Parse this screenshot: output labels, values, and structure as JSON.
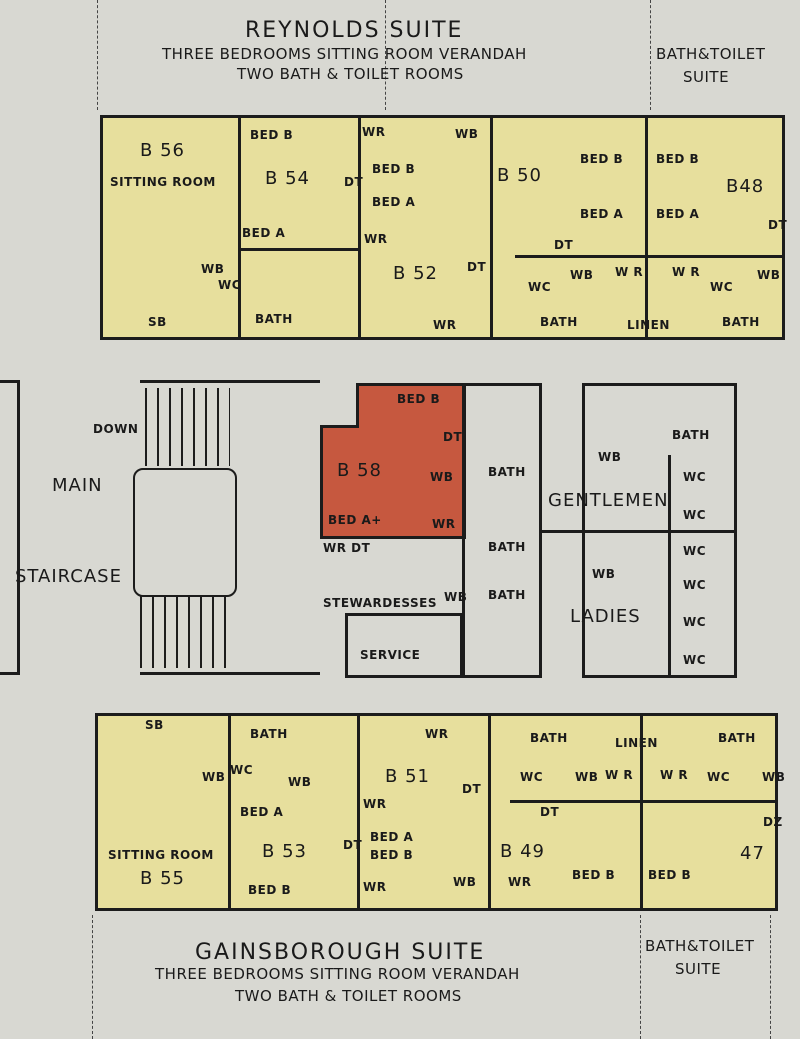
{
  "colors": {
    "paper": "#d8d8d2",
    "suite_yellow": "#e7df9d",
    "highlight_red": "#c6583f",
    "ink": "#1c1c1c"
  },
  "top_suite": {
    "title": "REYNOLDS SUITE",
    "subtitle_1": "THREE BEDROOMS SITTING ROOM VERANDAH",
    "subtitle_2": "TWO BATH & TOILET ROOMS",
    "side_1": "BATH&TOILET",
    "side_2": "SUITE",
    "labels": [
      "B 56",
      "SITTING ROOM",
      "SB",
      "BED B",
      "B 54",
      "BED A",
      "WR",
      "DT",
      "WR",
      "WB",
      "WC",
      "BATH",
      "BED B",
      "BED A",
      "B 52",
      "WR",
      "DT",
      "WB",
      "B 50",
      "BED B",
      "BED B",
      "BED A",
      "BED A",
      "B48",
      "DT",
      "DT",
      "WC",
      "WB",
      "W R",
      "W R",
      "WC",
      "WB",
      "BATH",
      "LINEN",
      "BATH"
    ]
  },
  "middle": {
    "labels": [
      "DOWN",
      "MAIN",
      "STAIRCASE",
      "B 58",
      "BED B",
      "DT",
      "WB",
      "BED A+",
      "WR",
      "WR DT",
      "BATH",
      "BATH",
      "BATH",
      "STEWARDESSES",
      "WB",
      "SERVICE",
      "BATH",
      "WB",
      "GENTLEMEN",
      "LADIES",
      "WC",
      "WC",
      "WC",
      "WC",
      "WC",
      "WC",
      "WB"
    ]
  },
  "bottom_suite": {
    "title": "GAINSBOROUGH SUITE",
    "subtitle_1": "THREE BEDROOMS SITTING ROOM VERANDAH",
    "subtitle_2": "TWO BATH & TOILET ROOMS",
    "side_1": "BATH&TOILET",
    "side_2": "SUITE",
    "labels": [
      "SB",
      "BATH",
      "WB",
      "WC",
      "WB",
      "BED A",
      "SITTING ROOM",
      "B 53",
      "B 55",
      "BED B",
      "WR",
      "B 51",
      "WR",
      "DT",
      "BED A",
      "BED B",
      "WR",
      "DT",
      "B 49",
      "WB",
      "WR",
      "BATH",
      "WC",
      "WB",
      "DT",
      "LINEN",
      "W R",
      "W R",
      "BATH",
      "WC",
      "WB",
      "BED B",
      "BED B",
      "47",
      "DZ"
    ]
  }
}
